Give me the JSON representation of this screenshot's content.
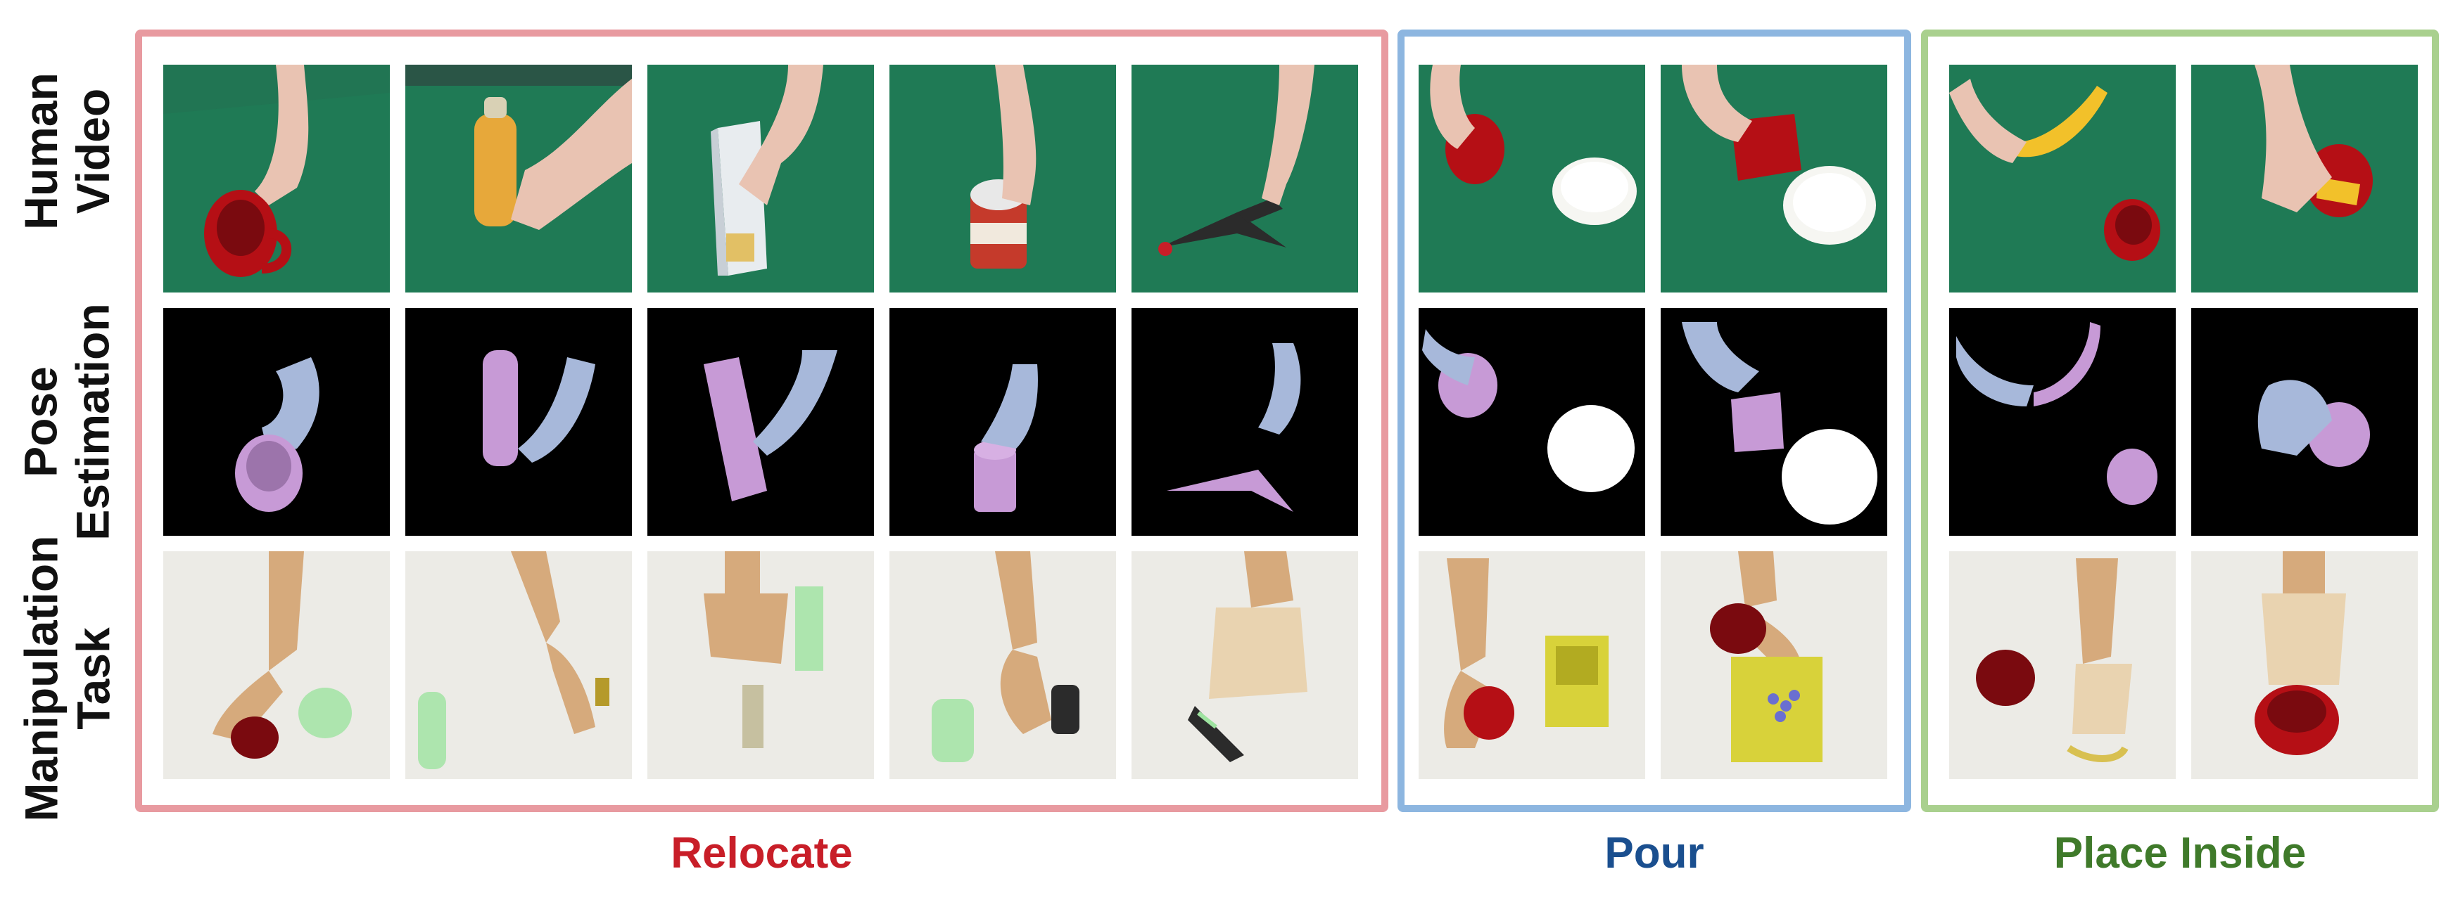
{
  "row_labels": {
    "human_video": [
      "Human",
      "Video"
    ],
    "pose_estimation": [
      "Pose",
      "Estimation"
    ],
    "manipulation_task": [
      "Manipulation",
      "Task"
    ]
  },
  "groups": {
    "relocate": {
      "label": "Relocate",
      "color": "#c81e28",
      "border": "#e89aa0"
    },
    "pour": {
      "label": "Pour",
      "color": "#1a4f8f",
      "border": "#8db6e0"
    },
    "place_inside": {
      "label": "Place Inside",
      "color": "#3f7a2a",
      "border": "#a9d08e"
    }
  },
  "colors": {
    "table_green": "#1f7a55",
    "hand_skin": "#e9c3b2",
    "pose_hand": "#a7b8da",
    "pose_object": "#c79ad6",
    "robot_hand": "#d6aa7c",
    "robot_bg": "#ecebe6",
    "mug_red": "#b50f15",
    "goal_green": "#9ee3a0",
    "box_yellow": "#d8d23a"
  },
  "tiles": {
    "r1": [
      "mug",
      "bottle",
      "box",
      "can",
      "clamp",
      "mug-bowl",
      "mug-bowl-pour",
      "banana-mug",
      "banana-inside"
    ],
    "r2": [
      "pose-mug",
      "pose-bottle",
      "pose-box",
      "pose-can",
      "pose-clamp",
      "pose-pour-a",
      "pose-pour-b",
      "pose-place-a",
      "pose-place-b"
    ],
    "r3": [
      "robot-mug",
      "robot-bottle",
      "robot-box",
      "robot-can",
      "robot-clamp",
      "robot-pour-a",
      "robot-pour-b",
      "robot-place-a",
      "robot-place-b"
    ]
  }
}
